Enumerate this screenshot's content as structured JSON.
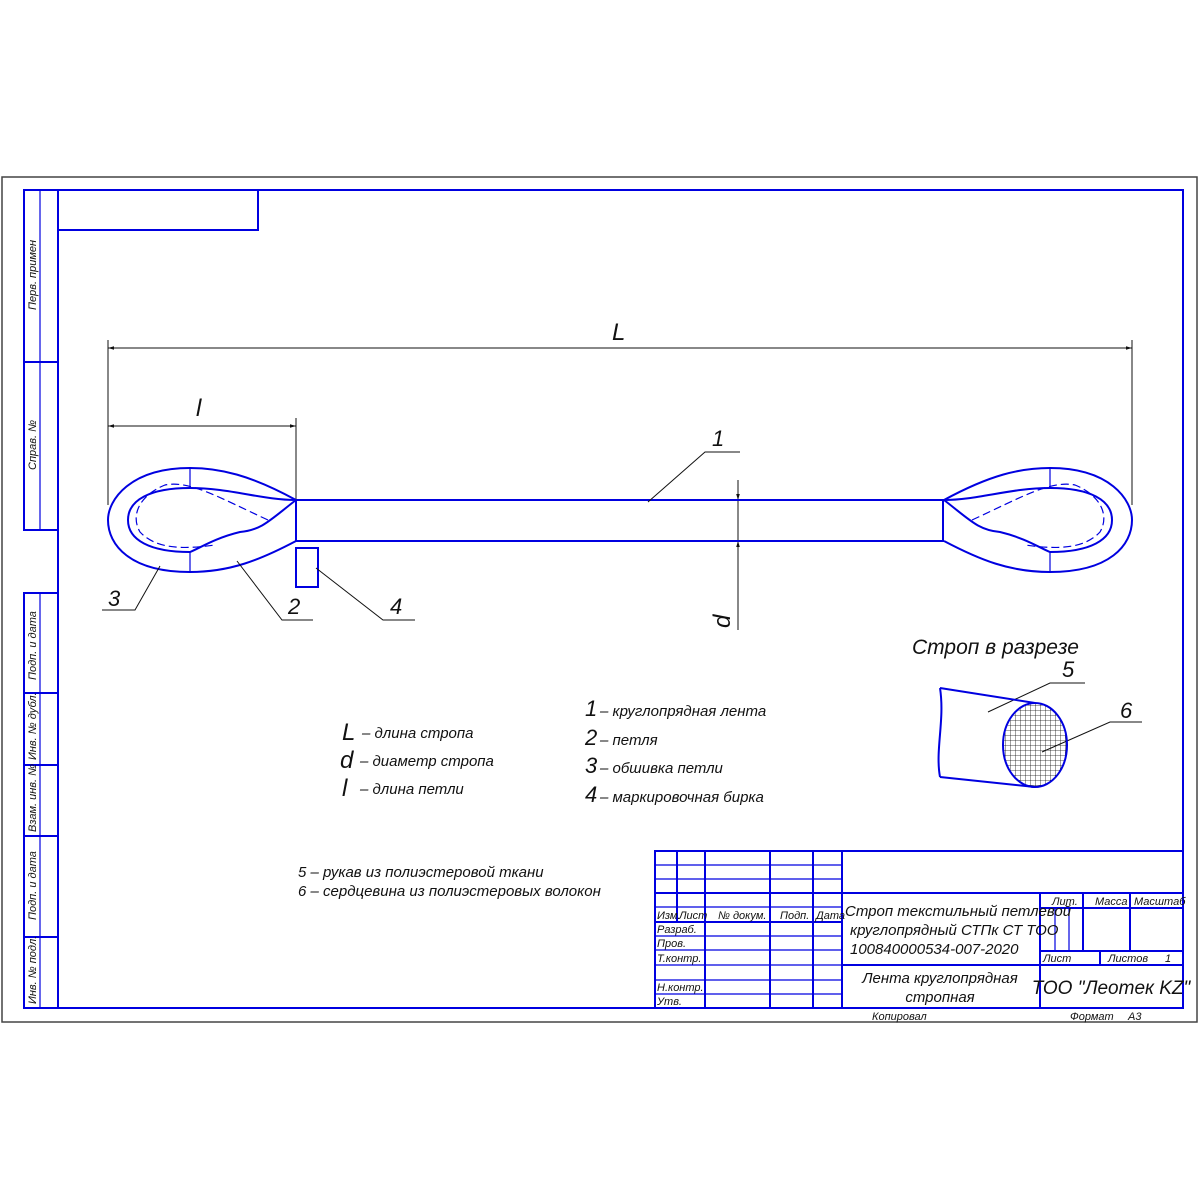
{
  "stamps": [
    "Перв. примен",
    "Справ. №",
    "Подп. и дата",
    "Инв. № дубл.",
    "Взам. инв. №",
    "Подп. и дата",
    "Инв. № подл."
  ],
  "dimensions": {
    "L": "L",
    "l": "l",
    "d": "d"
  },
  "callouts": [
    "1",
    "2",
    "3",
    "4",
    "5",
    "6"
  ],
  "section_title": "Строп в разрезе",
  "legend_symbols": [
    {
      "sym": "L",
      "text": "– длина стропа"
    },
    {
      "sym": "d",
      "text": "– диаметр стропа"
    },
    {
      "sym": "l",
      "text": "– длина петли"
    }
  ],
  "legend_parts": [
    {
      "num": "1",
      "text": "– круглопрядная лента"
    },
    {
      "num": "2",
      "text": "– петля"
    },
    {
      "num": "3",
      "text": "– обшивка петли"
    },
    {
      "num": "4",
      "text": "– маркировочная бирка"
    }
  ],
  "legend_section": [
    "5 – рукав из полиэстеровой ткани",
    "6 – сердцевина из полиэстеровых волокон"
  ],
  "title_block": {
    "headers": [
      "Изм.",
      "Лист",
      "№ докум.",
      "Подп.",
      "Дата"
    ],
    "roles": [
      "Разраб.",
      "Пров.",
      "Т.контр.",
      "Н.контр.",
      "Утв."
    ],
    "designation": [
      "Строп текстильный петлевой",
      "круглопрядный СТПк СТ ТОО",
      "100840000534-007-2020"
    ],
    "name": [
      "Лента круглопрядная",
      "стропная"
    ],
    "lit": "Лит.",
    "mass": "Масса",
    "scale": "Масштаб",
    "sheet": "Лист",
    "sheets": "Листов",
    "sheets_value": "1",
    "company": "ТОО \"Леотек KZ\"",
    "copied": "Копировал",
    "format": "Формат",
    "format_value": "А3"
  }
}
